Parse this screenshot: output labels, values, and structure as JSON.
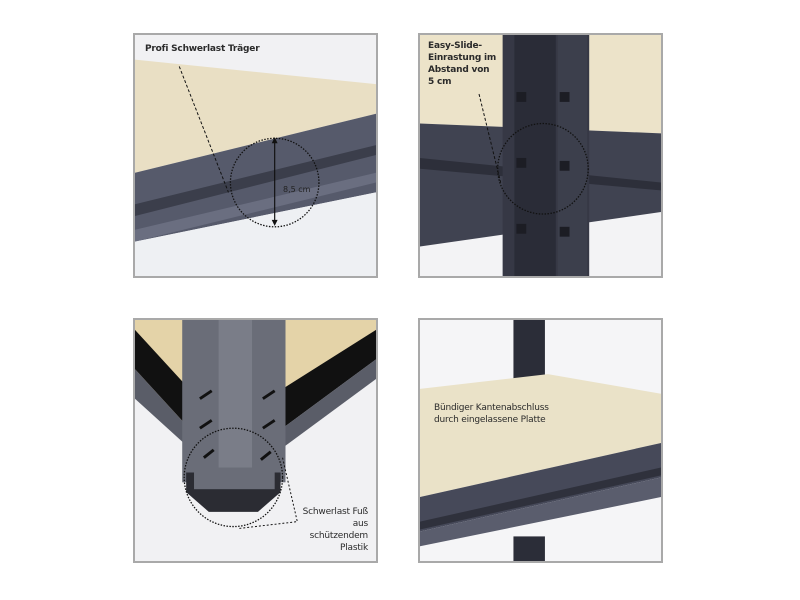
{
  "panels": [
    {
      "id": "top-left",
      "caption": "Profi Schwerlast Träger",
      "measurement": "8,5 cm"
    },
    {
      "id": "top-right",
      "caption_lines": [
        "Easy-Slide-",
        "Einrastung im",
        "Abstand von",
        "5 cm"
      ]
    },
    {
      "id": "bottom-left",
      "caption_lines": [
        "Schwerlast Fuß",
        "aus",
        "schützendem",
        "Plastik"
      ]
    },
    {
      "id": "bottom-right",
      "caption_lines": [
        "Bündiger Kantenabschluss",
        "durch eingelassene Platte"
      ]
    }
  ],
  "colors": {
    "board": "#e9dfc4",
    "metal": "#4b4e5e",
    "metal_dark": "#2f313c",
    "border": "#a9a9a9",
    "background": "#ffffff"
  }
}
